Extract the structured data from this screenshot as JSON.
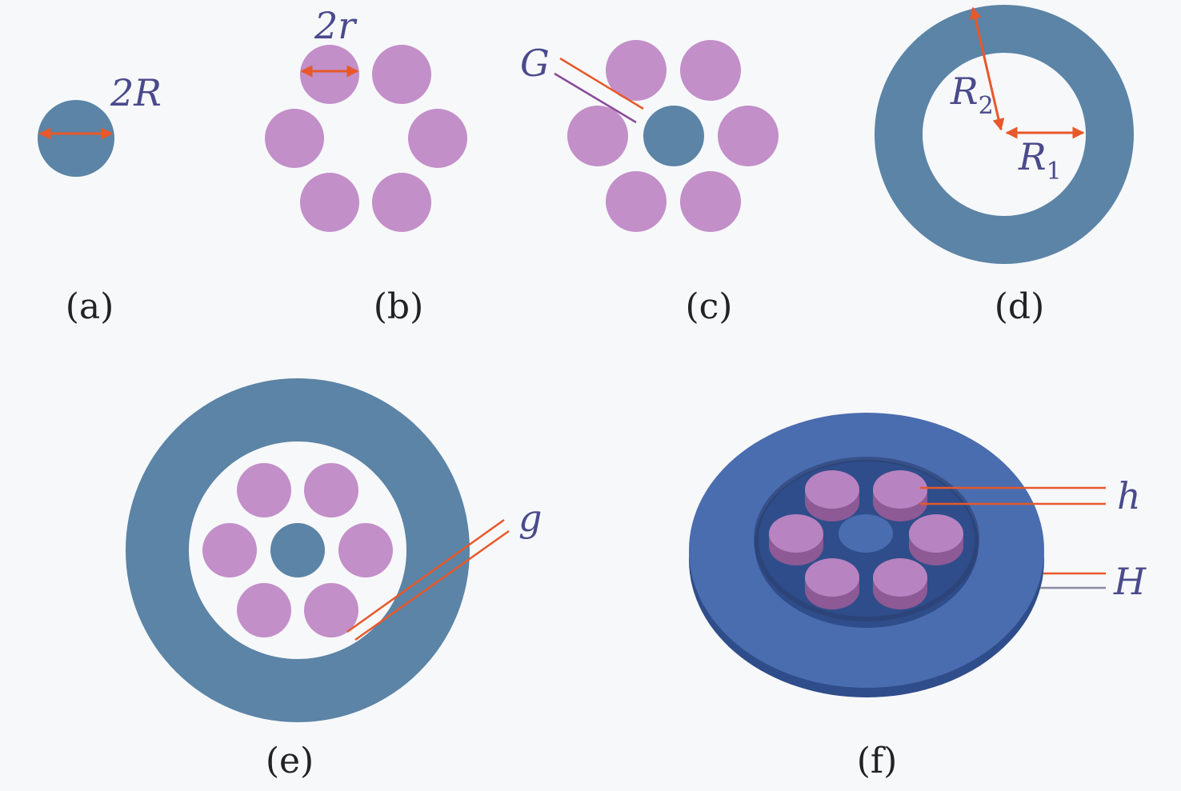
{
  "colors": {
    "background": "#f7f8fa",
    "core": "#5b84a6",
    "ring": "#5b84a6",
    "ring_3d_top": "#4a6db0",
    "ring_3d_side": "#2f4d8a",
    "satellite": "#c28fc9",
    "satellite_3d_side": "#8d5a95",
    "hole": "#ffffff",
    "dimension_line": "#e8582a",
    "label_text": "#4a4a8c",
    "caption_text": "#222222"
  },
  "labels": {
    "diameter_core": "2R",
    "diameter_satellite": "2r",
    "gap_core_satellite": "G",
    "outer_radius_symbol": "R",
    "outer_radius_sub": "2",
    "inner_radius_symbol": "R",
    "inner_radius_sub": "1",
    "gap_satellite_ring": "g",
    "satellite_thickness": "h",
    "ring_thickness": "H"
  },
  "captions": {
    "a": "(a)",
    "b": "(b)",
    "c": "(c)",
    "d": "(d)",
    "e": "(e)",
    "f": "(f)"
  }
}
